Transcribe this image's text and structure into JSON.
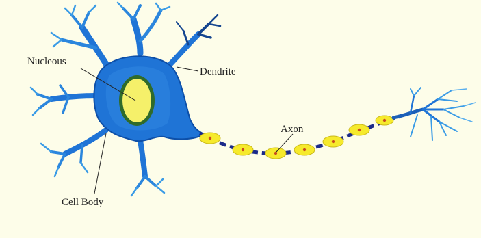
{
  "diagram": {
    "labels": {
      "nucleus": "Nucleous",
      "dendrite": "Dendrite",
      "axon": "Axon",
      "cell_body": "Cell Body"
    },
    "colors": {
      "background": "#fdfde9",
      "cell_body": "#1f74d6",
      "cell_body_dark": "#0d4fa8",
      "dendrite_light": "#3a9be6",
      "dendrite_dark": "#14458f",
      "nucleus_fill": "#f5f06a",
      "nucleus_ring": "#2f6b2a",
      "myelin": "#f6ea2c",
      "axon_dark": "#1b2a8a",
      "node_dot": "#c94b1d",
      "leader_line": "#222222"
    }
  }
}
